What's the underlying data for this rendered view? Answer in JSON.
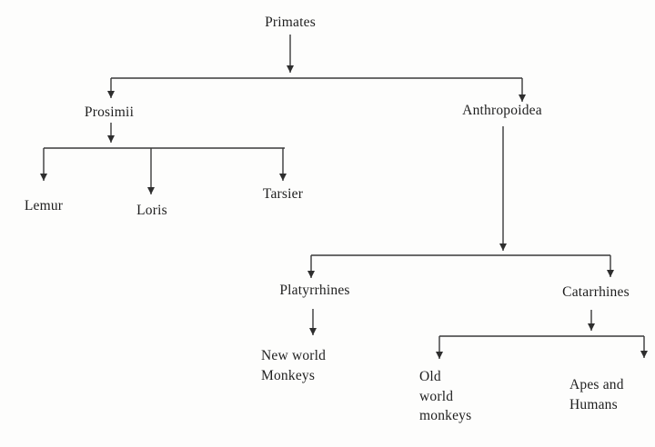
{
  "diagram": {
    "kind": "taxonomy-tree",
    "colors": {
      "background": "#fdfdfc",
      "text": "#1e1e1e",
      "line": "#3a3a3a"
    },
    "nodes": {
      "primates": {
        "label": "Primates"
      },
      "prosimii": {
        "label": "Prosimii"
      },
      "anthropoidea": {
        "label": "Anthropoidea"
      },
      "lemur": {
        "label": "Lemur"
      },
      "loris": {
        "label": "Loris"
      },
      "tarsier": {
        "label": "Tarsier"
      },
      "platyrrhines": {
        "label": "Platyrrhines"
      },
      "catarrhines": {
        "label": "Catarrhines"
      },
      "new_world_monkeys": {
        "label": "New world\nMonkeys"
      },
      "old_world_monkeys": {
        "label": "Old\nworld\nmonkeys"
      },
      "apes_and_humans": {
        "label": "Apes and\nHumans"
      }
    },
    "edges": [
      {
        "from": "primates",
        "to": "prosimii"
      },
      {
        "from": "primates",
        "to": "anthropoidea"
      },
      {
        "from": "prosimii",
        "to": "lemur"
      },
      {
        "from": "prosimii",
        "to": "loris"
      },
      {
        "from": "prosimii",
        "to": "tarsier"
      },
      {
        "from": "anthropoidea",
        "to": "platyrrhines"
      },
      {
        "from": "anthropoidea",
        "to": "catarrhines"
      },
      {
        "from": "platyrrhines",
        "to": "new_world_monkeys"
      },
      {
        "from": "catarrhines",
        "to": "old_world_monkeys"
      },
      {
        "from": "catarrhines",
        "to": "apes_and_humans"
      }
    ]
  }
}
